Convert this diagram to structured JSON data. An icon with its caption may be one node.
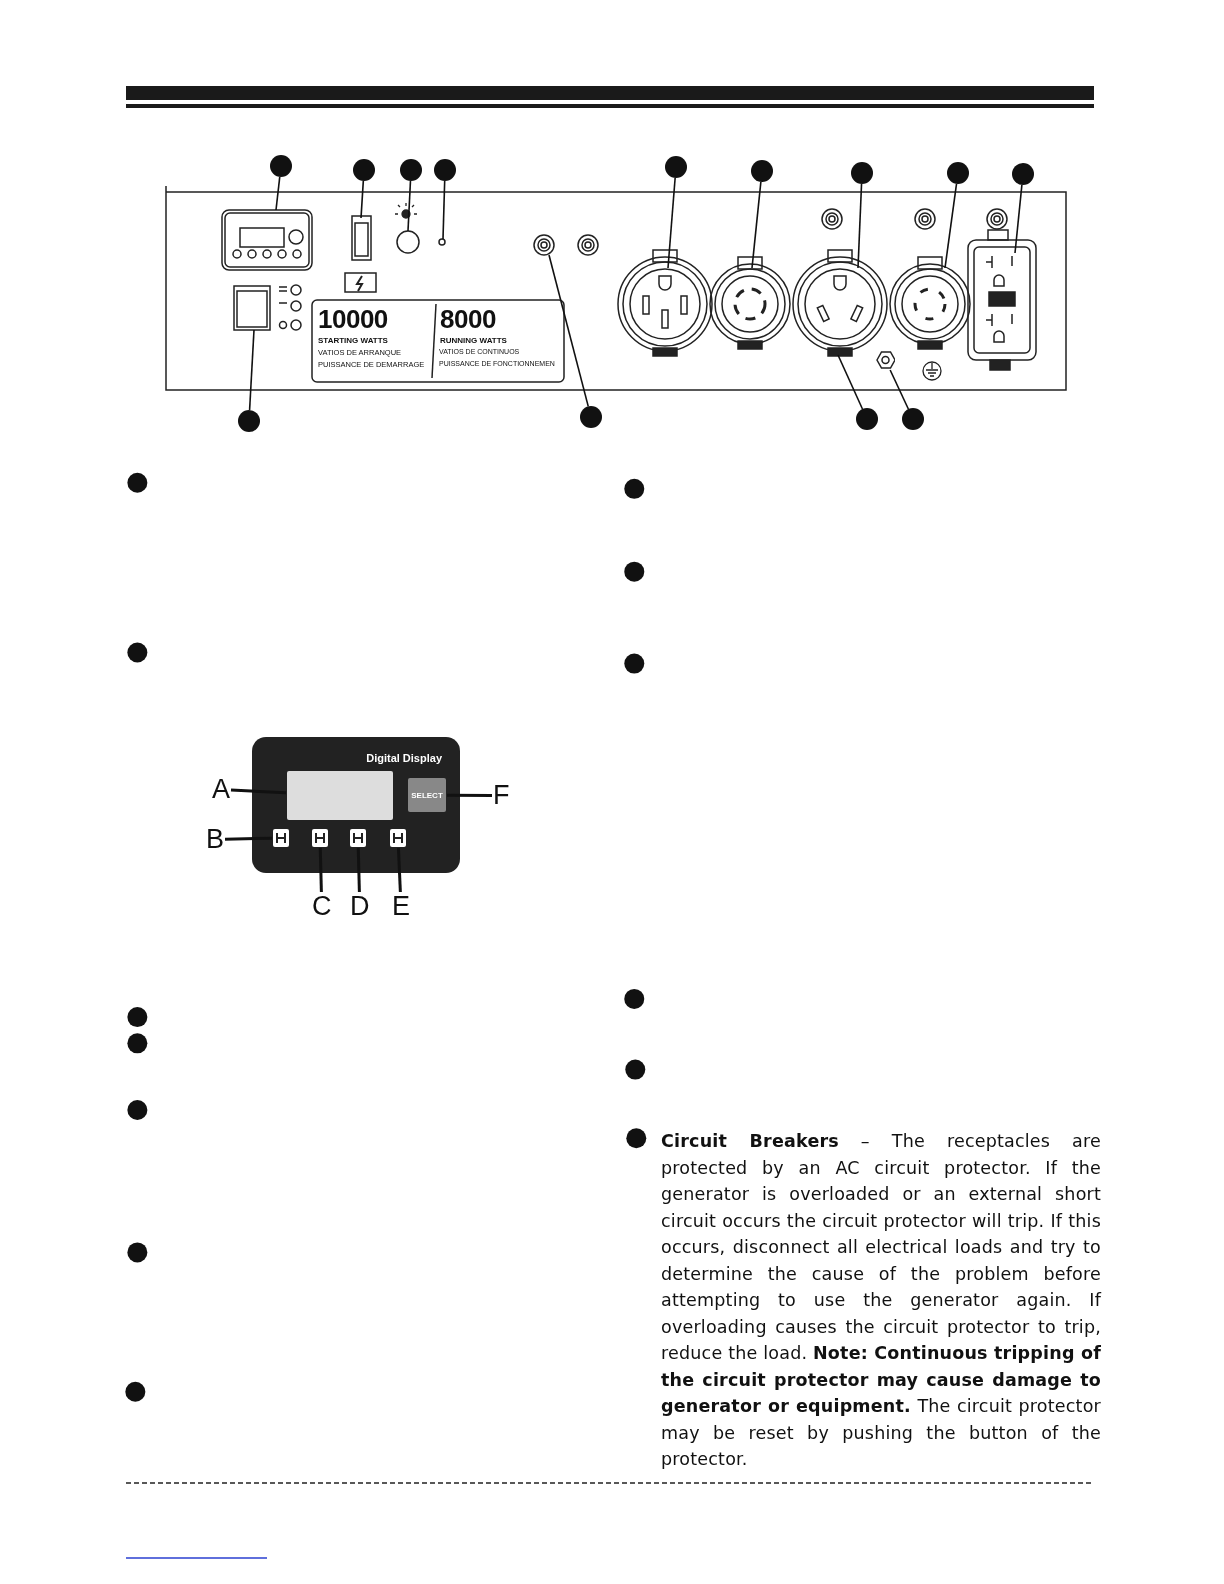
{
  "diagram": {
    "nodes": [
      {
        "text": [],
        "shape": "circle"
      },
      {
        "text": [],
        "shape": "circle"
      },
      {
        "text": [],
        "shape": "circle"
      },
      {
        "text": [],
        "shape": "circle"
      },
      {
        "text": [],
        "shape": "circle"
      },
      {
        "text": [],
        "shape": "circle"
      },
      {
        "text": [],
        "shape": "circle"
      },
      {
        "text": [],
        "shape": "circle"
      },
      {
        "text": [],
        "shape": "circle"
      },
      {
        "text": [],
        "shape": "circle"
      },
      {
        "text": [],
        "shape": "circle"
      },
      {
        "text": [],
        "shape": "circle"
      },
      {
        "text": [],
        "shape": "circle"
      },
      {
        "text": [
          "Digital Display"
        ]
      },
      {
        "text": [],
        "shape": "box",
        "in": 13
      },
      {
        "text": [],
        "shape": "box",
        "in": 13
      },
      {
        "text": [],
        "shape": "box",
        "in": 13
      },
      {
        "text": [],
        "shape": "box",
        "in": 13
      },
      {
        "text": [],
        "shape": "box",
        "in": 13
      },
      {
        "text": [
          "SELECT"
        ],
        "in": 13
      },
      {
        "text": [
          "A"
        ]
      },
      {
        "text": [
          "B"
        ]
      },
      {
        "text": [
          "C"
        ]
      },
      {
        "text": [
          "D"
        ]
      },
      {
        "text": [
          "E"
        ]
      },
      {
        "text": [
          "F"
        ]
      },
      {
        "text": [],
        "shape": "hexagon"
      }
    ],
    "edges": [
      {
        "from": 0,
        "to": null,
        "arrow": "none"
      },
      {
        "from": 1,
        "to": null,
        "arrow": "none"
      },
      {
        "from": 2,
        "to": null,
        "arrow": "none"
      },
      {
        "from": 3,
        "to": null,
        "arrow": "none"
      },
      {
        "from": 4,
        "to": null,
        "arrow": "none"
      },
      {
        "from": 5,
        "to": null,
        "arrow": "none"
      },
      {
        "from": 6,
        "to": null,
        "arrow": "none"
      },
      {
        "from": 7,
        "to": null,
        "arrow": "none"
      },
      {
        "from": 8,
        "to": null,
        "arrow": "none"
      },
      {
        "from": 9,
        "to": null,
        "arrow": "none"
      },
      {
        "from": 10,
        "to": null,
        "arrow": "none"
      },
      {
        "from": 11,
        "to": null,
        "arrow": "none"
      },
      {
        "from": 12,
        "to": 26,
        "arrow": "none"
      },
      {
        "from": 20,
        "to": 14,
        "arrow": "none"
      },
      {
        "from": 21,
        "to": 15,
        "arrow": "none"
      },
      {
        "from": 22,
        "to": 16,
        "arrow": "none"
      },
      {
        "from": 23,
        "to": 17,
        "arrow": "none"
      },
      {
        "from": 24,
        "to": 18,
        "arrow": "none"
      },
      {
        "from": 25,
        "to": 19,
        "arrow": "none"
      }
    ],
    "labels": [
      "10000",
      "STARTING WATTS",
      "VATIOS DE ARRANQUE",
      "PUISSANCE DE DEMARRAGE",
      "8000",
      "RUNNING WATTS",
      "VATIOS DE CONTINUOS",
      "PUISSANCE DE FONCTIONNEMEN",
      "**Circuit Breakers** – The receptacles are protected by an AC circuit protector. If the generator is overloaded or an external short circuit occurs the circuit protector will trip. If this occurs, disconnect all electrical loads and try to determine the cause of the problem before attempting to use the generator again. If overloading causes the circuit protector to trip, reduce the load. **Note: Continuous tripping of the circuit protector may cause damage to generator or equipment.** The circuit protector may be reset by pushing the button of the protector."
    ]
  }
}
